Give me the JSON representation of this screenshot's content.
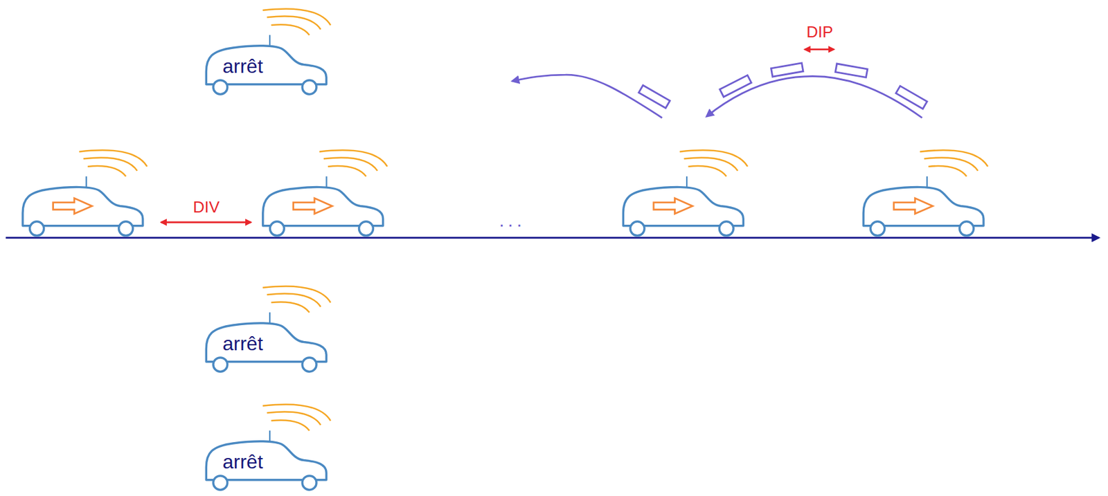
{
  "diagram": {
    "nodes": [
      {
        "text": [
          "arrêt"
        ]
      },
      {
        "text": [
          "arrêt"
        ]
      },
      {
        "text": [
          "arrêt"
        ]
      }
    ],
    "labels": [
      "DIP",
      "DIV",
      "..."
    ]
  }
}
